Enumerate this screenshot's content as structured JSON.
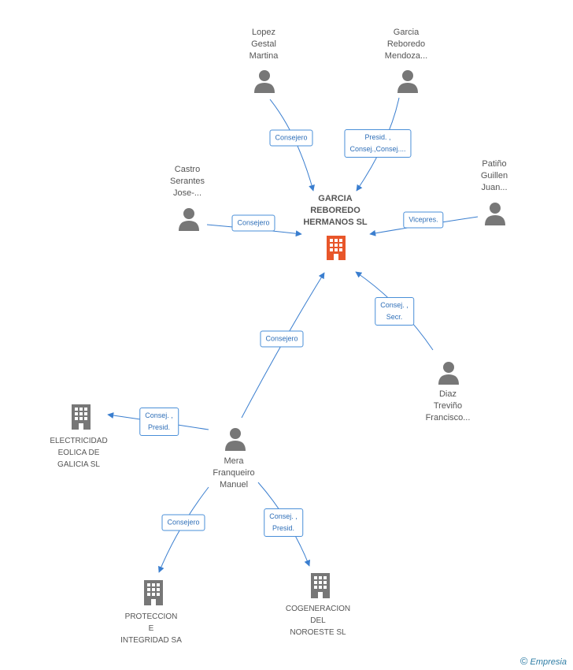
{
  "colors": {
    "edge": "#3a7ecf",
    "person": "#777777",
    "building": "#777777",
    "main_building": "#e8562a"
  },
  "main": {
    "name": "GARCIA\nREBOREDO\nHERMANOS SL",
    "icon": "building-icon"
  },
  "people": {
    "lopez": "Lopez\nGestal\nMartina",
    "garcia": "Garcia\nReboredo\nMendoza...",
    "castro": "Castro\nSerantes\nJose-...",
    "patino": "Patiño\nGuillen\nJuan...",
    "diaz": "Diaz\nTreviño\nFrancisco...",
    "mera": "Mera\nFranqueiro\nManuel"
  },
  "companies": {
    "electricidad": "ELECTRICIDAD\nEOLICA DE\nGALICIA SL",
    "proteccion": "PROTECCION\nE\nINTEGRIDAD SA",
    "cogeneracion": "COGENERACION\nDEL\nNOROESTE SL"
  },
  "roles": {
    "lopez": "Consejero",
    "garcia": "Presid. ,\nConsej.,Consej....",
    "castro": "Consejero",
    "patino": "Vicepres.",
    "diaz": "Consej. ,\nSecr.",
    "mera": "Consejero",
    "electricidad": "Consej. ,\nPresid.",
    "proteccion": "Consejero",
    "cogeneracion": "Consej. ,\nPresid."
  },
  "footer": {
    "copyright": "©",
    "brand": "Empresia"
  }
}
